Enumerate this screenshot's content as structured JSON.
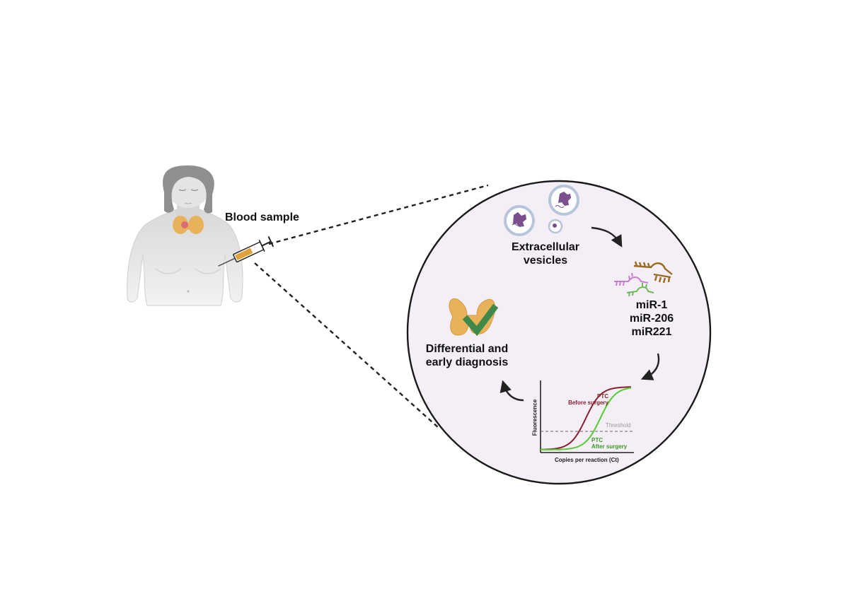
{
  "labels": {
    "blood_sample": "Blood sample",
    "extracellular_vesicles_line1": "Extracellular",
    "extracellular_vesicles_line2": "vesicles",
    "mirnas": [
      "miR-1",
      "miR-206",
      "miR221"
    ],
    "diagnosis_line1": "Differential and",
    "diagnosis_line2": "early diagnosis"
  },
  "chart_data": {
    "type": "line",
    "title": "",
    "xlabel": "Copies per reaction (Ct)",
    "ylabel": "Fluorescence",
    "threshold_label": "Threshold",
    "series": [
      {
        "name_line1": "PTC",
        "name_line2": "Before surgery",
        "color": "#8b1f2c"
      },
      {
        "name_line1": "PTC",
        "name_line2": "After surgery",
        "color": "#55cc33"
      }
    ]
  },
  "colors": {
    "circle_fill": "#f4eef6",
    "circle_stroke": "#1a1a1a",
    "vesicle_cargo": "#7b4e8e",
    "thyroid": "#e8b25a",
    "check": "#3f8a4a",
    "mirna_brown": "#9a6b1f",
    "mirna_purple": "#c57fd0",
    "mirna_green": "#6dba5a"
  },
  "icons": [
    "woman-figure-icon",
    "syringe-icon",
    "vesicle-icon",
    "mirna-strand-icon",
    "thyroid-icon",
    "checkmark-icon",
    "cycle-arrow-icon"
  ]
}
